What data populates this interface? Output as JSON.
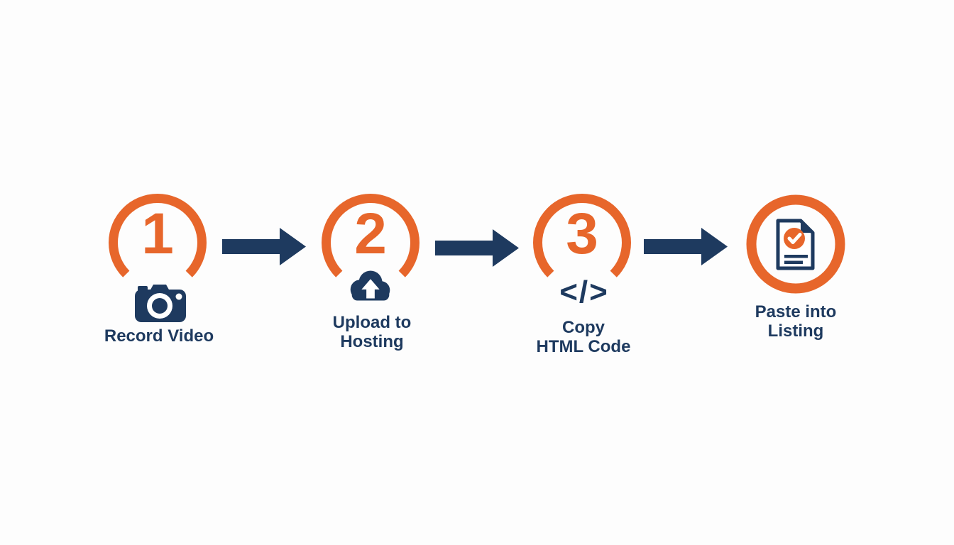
{
  "diagram": {
    "type": "process-flow",
    "direction": "left-to-right",
    "colors": {
      "accent_orange": "#E7662B",
      "navy": "#1E3A5F",
      "background": "#FDFDFD",
      "icon_foreground_white": "#FFFFFF"
    },
    "steps": [
      {
        "number": "1",
        "icon": "camera-icon",
        "label_line1": "Record Video",
        "label_line2": ""
      },
      {
        "number": "2",
        "icon": "cloud-upload-icon",
        "label_line1": "Upload to",
        "label_line2": "Hosting"
      },
      {
        "number": "3",
        "icon": "code-icon",
        "icon_glyph": "</>",
        "label_line1": "Copy",
        "label_line2": "HTML Code"
      },
      {
        "number": "",
        "icon": "document-check-icon",
        "label_line1": "Paste into",
        "label_line2": "Listing"
      }
    ],
    "connector": "arrow-right",
    "connector_count": 3
  }
}
